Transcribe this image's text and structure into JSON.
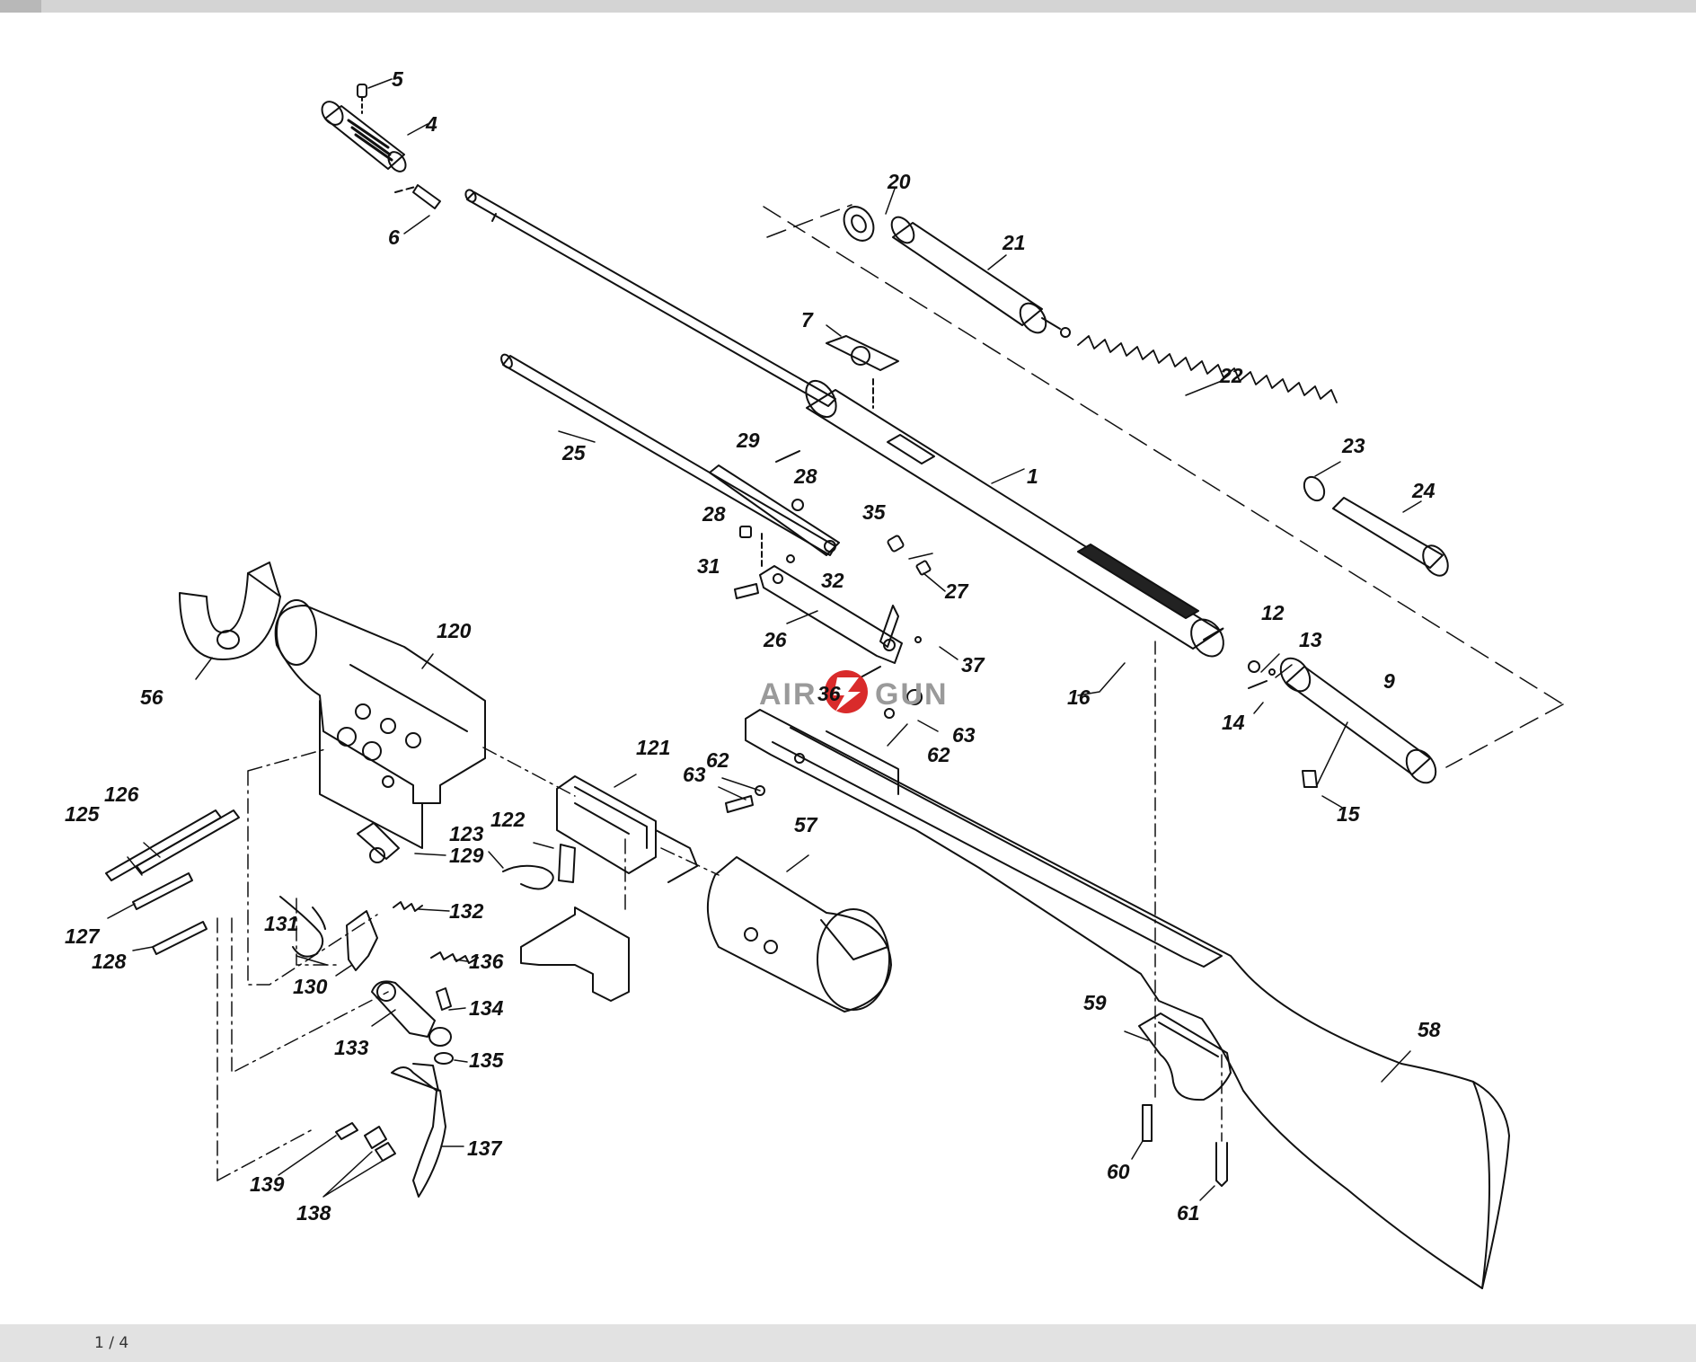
{
  "viewer": {
    "page_indicator": "1 / 4"
  },
  "watermark": {
    "left_text": "AIR",
    "right_text": "GUN",
    "logo_color": "#d92b2b",
    "text_color": "#9a9a9a"
  },
  "parts": [
    {
      "id": "p1",
      "label": "1"
    },
    {
      "id": "p4",
      "label": "4"
    },
    {
      "id": "p5",
      "label": "5"
    },
    {
      "id": "p6",
      "label": "6"
    },
    {
      "id": "p7",
      "label": "7"
    },
    {
      "id": "p9",
      "label": "9"
    },
    {
      "id": "p12",
      "label": "12"
    },
    {
      "id": "p13",
      "label": "13"
    },
    {
      "id": "p14",
      "label": "14"
    },
    {
      "id": "p15",
      "label": "15"
    },
    {
      "id": "p16",
      "label": "16"
    },
    {
      "id": "p20",
      "label": "20"
    },
    {
      "id": "p21",
      "label": "21"
    },
    {
      "id": "p22",
      "label": "22"
    },
    {
      "id": "p23",
      "label": "23"
    },
    {
      "id": "p24",
      "label": "24"
    },
    {
      "id": "p25",
      "label": "25"
    },
    {
      "id": "p26",
      "label": "26"
    },
    {
      "id": "p27",
      "label": "27"
    },
    {
      "id": "p28a",
      "label": "28"
    },
    {
      "id": "p28b",
      "label": "28"
    },
    {
      "id": "p29",
      "label": "29"
    },
    {
      "id": "p31",
      "label": "31"
    },
    {
      "id": "p32",
      "label": "32"
    },
    {
      "id": "p35",
      "label": "35"
    },
    {
      "id": "p36",
      "label": "36"
    },
    {
      "id": "p37",
      "label": "37"
    },
    {
      "id": "p56",
      "label": "56"
    },
    {
      "id": "p57",
      "label": "57"
    },
    {
      "id": "p58",
      "label": "58"
    },
    {
      "id": "p59",
      "label": "59"
    },
    {
      "id": "p60",
      "label": "60"
    },
    {
      "id": "p61",
      "label": "61"
    },
    {
      "id": "p62a",
      "label": "62"
    },
    {
      "id": "p62b",
      "label": "62"
    },
    {
      "id": "p63a",
      "label": "63"
    },
    {
      "id": "p63b",
      "label": "63"
    },
    {
      "id": "p120",
      "label": "120"
    },
    {
      "id": "p121",
      "label": "121"
    },
    {
      "id": "p122",
      "label": "122"
    },
    {
      "id": "p123",
      "label": "123"
    },
    {
      "id": "p125",
      "label": "125"
    },
    {
      "id": "p126",
      "label": "126"
    },
    {
      "id": "p127",
      "label": "127"
    },
    {
      "id": "p128",
      "label": "128"
    },
    {
      "id": "p129",
      "label": "129"
    },
    {
      "id": "p130",
      "label": "130"
    },
    {
      "id": "p131",
      "label": "131"
    },
    {
      "id": "p132",
      "label": "132"
    },
    {
      "id": "p133",
      "label": "133"
    },
    {
      "id": "p134",
      "label": "134"
    },
    {
      "id": "p135",
      "label": "135"
    },
    {
      "id": "p136",
      "label": "136"
    },
    {
      "id": "p137",
      "label": "137"
    },
    {
      "id": "p138",
      "label": "138"
    },
    {
      "id": "p139",
      "label": "139"
    }
  ]
}
